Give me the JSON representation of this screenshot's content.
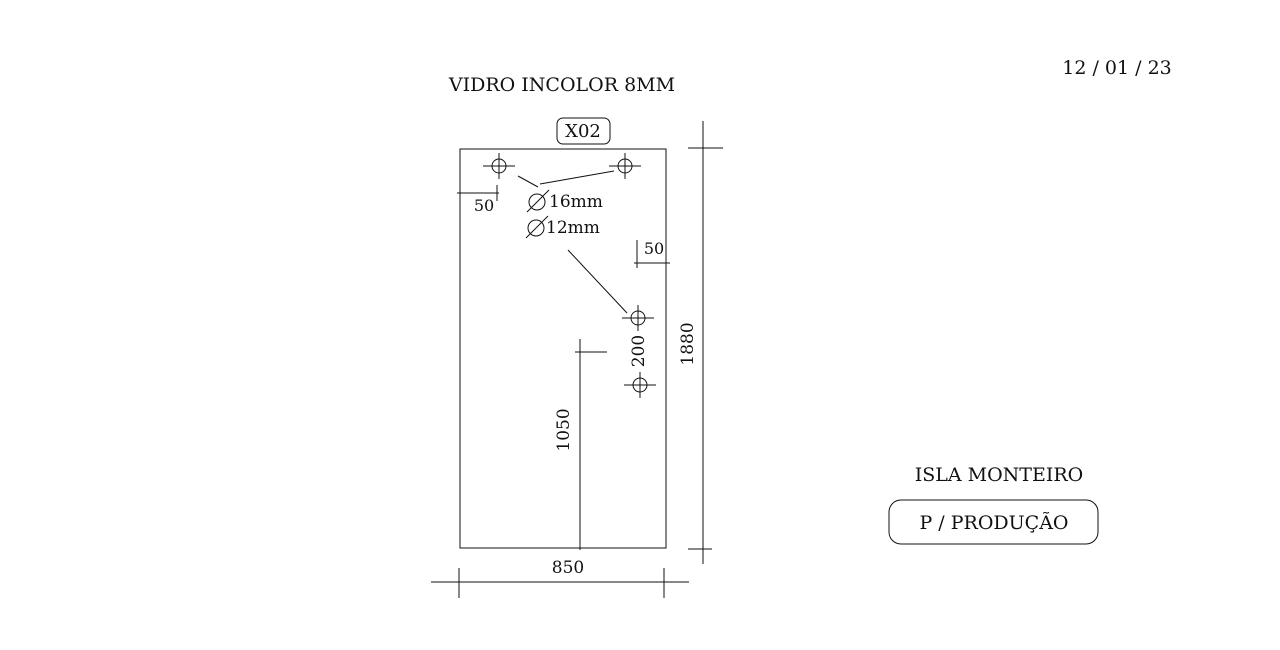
{
  "date": "12 / 01 / 23",
  "material": "VIDRO INCOLOR  8MM",
  "piece_code": "X02",
  "client": "ISLA MONTEIRO",
  "status": "P / PRODUÇÃO",
  "dimensions": {
    "width": "850",
    "height": "1880",
    "edge_offset_left": "50",
    "edge_offset_right": "50",
    "hole_spacing": "200",
    "hole_height": "1050"
  },
  "holes": {
    "diameter_large": "16mm",
    "diameter_small": "12mm"
  }
}
